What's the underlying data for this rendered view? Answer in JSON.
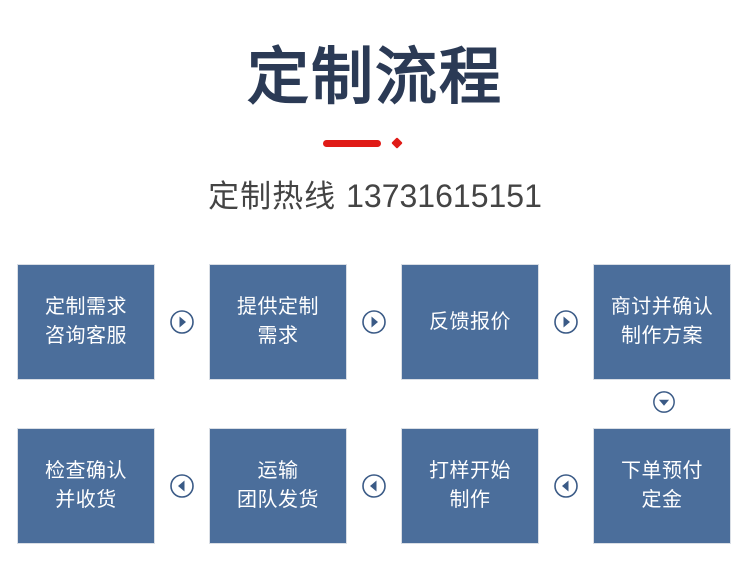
{
  "header": {
    "title": "定制流程",
    "divider": {
      "bar_color": "#e01b17",
      "dot_color": "#e01b17"
    },
    "hotline_label": "定制热线",
    "hotline_number": "13731615151"
  },
  "theme": {
    "title_color": "#2b3a55",
    "box_color": "#4b6e9b",
    "box_text_color": "#ffffff",
    "accent_red": "#e01b17",
    "arrow_color": "#3a5a86",
    "hotline_color": "#444444",
    "background": "#ffffff"
  },
  "flow": {
    "row1": {
      "direction": "left-to-right",
      "arrow_icon": "chevron-right-circle-icon",
      "steps": [
        {
          "label": "定制需求\n咨询客服"
        },
        {
          "label": "提供定制\n需求"
        },
        {
          "label": "反馈报价"
        },
        {
          "label": "商讨并确认\n制作方案"
        }
      ]
    },
    "row_connector": {
      "arrow_icon": "chevron-down-circle-icon"
    },
    "row2": {
      "direction": "right-to-left",
      "arrow_icon": "chevron-left-circle-icon",
      "steps": [
        {
          "label": "检查确认\n并收货"
        },
        {
          "label": "运输\n团队发货"
        },
        {
          "label": "打样开始\n制作"
        },
        {
          "label": "下单预付\n定金"
        }
      ]
    }
  }
}
